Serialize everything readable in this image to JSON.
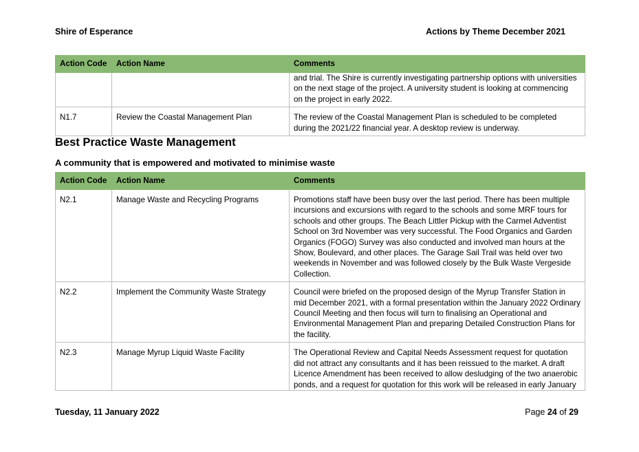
{
  "header": {
    "org": "Shire of Esperance",
    "report": "Actions by Theme December 2021"
  },
  "columns": [
    "Action Code",
    "Action Name",
    "Comments"
  ],
  "table1": [
    {
      "code": "",
      "name": "",
      "comment": "and trial. The Shire is currently investigating partnership options with universities\non the next stage of the project. A university student is looking at commencing\non the project in early 2022."
    },
    {
      "code": "N1.7",
      "name": "Review the Coastal Management Plan",
      "comment": "The review of the Coastal Management Plan is scheduled to be completed\nduring the 2021/22 financial year. A desktop review is underway."
    }
  ],
  "section_title": "Best Practice Waste Management",
  "section_subtitle": "A community that is empowered and motivated to minimise waste",
  "table2": [
    {
      "code": "N2.1",
      "name": "Manage Waste and Recycling Programs",
      "comment": "Promotions staff have been busy over the last period.  There has been multiple\nincursions and excursions with regard to the schools and some MRF tours for\nschools and other groups.  The Beach Littler Pickup with the Carmel Adventist\nSchool on 3rd November was very successful.  The Food Organics and Garden\nOrganics (FOGO) Survey was also conducted and involved man hours at the\nShow, Boulevard, and other places. The Garage Sail Trail was held over two\nweekends in November and was followed closely by the Bulk Waste Vergeside\nCollection."
    },
    {
      "code": "N2.2",
      "name": "Implement the Community Waste Strategy",
      "comment": "Council were briefed on the proposed design of the Myrup Transfer Station in\nmid December 2021, with a formal presentation within the January 2022 Ordinary\nCouncil Meeting and then focus will turn to finalising an Operational and\nEnvironmental Management Plan and preparing Detailed Construction Plans for\nthe facility."
    },
    {
      "code": "N2.3",
      "name": "Manage Myrup Liquid Waste Facility",
      "comment": "The Operational Review and Capital Needs Assessment request for quotation\ndid not attract any consultants and it has been reissued to the market. A draft\nLicence Amendment has been received to allow desludging of the two anaerobic\nponds, and a request for quotation for this work will be released in early January"
    }
  ],
  "footer": {
    "date": "Tuesday, 11 January 2022",
    "page_prefix": "Page ",
    "page": "24",
    "page_of": " of ",
    "total": "29"
  }
}
